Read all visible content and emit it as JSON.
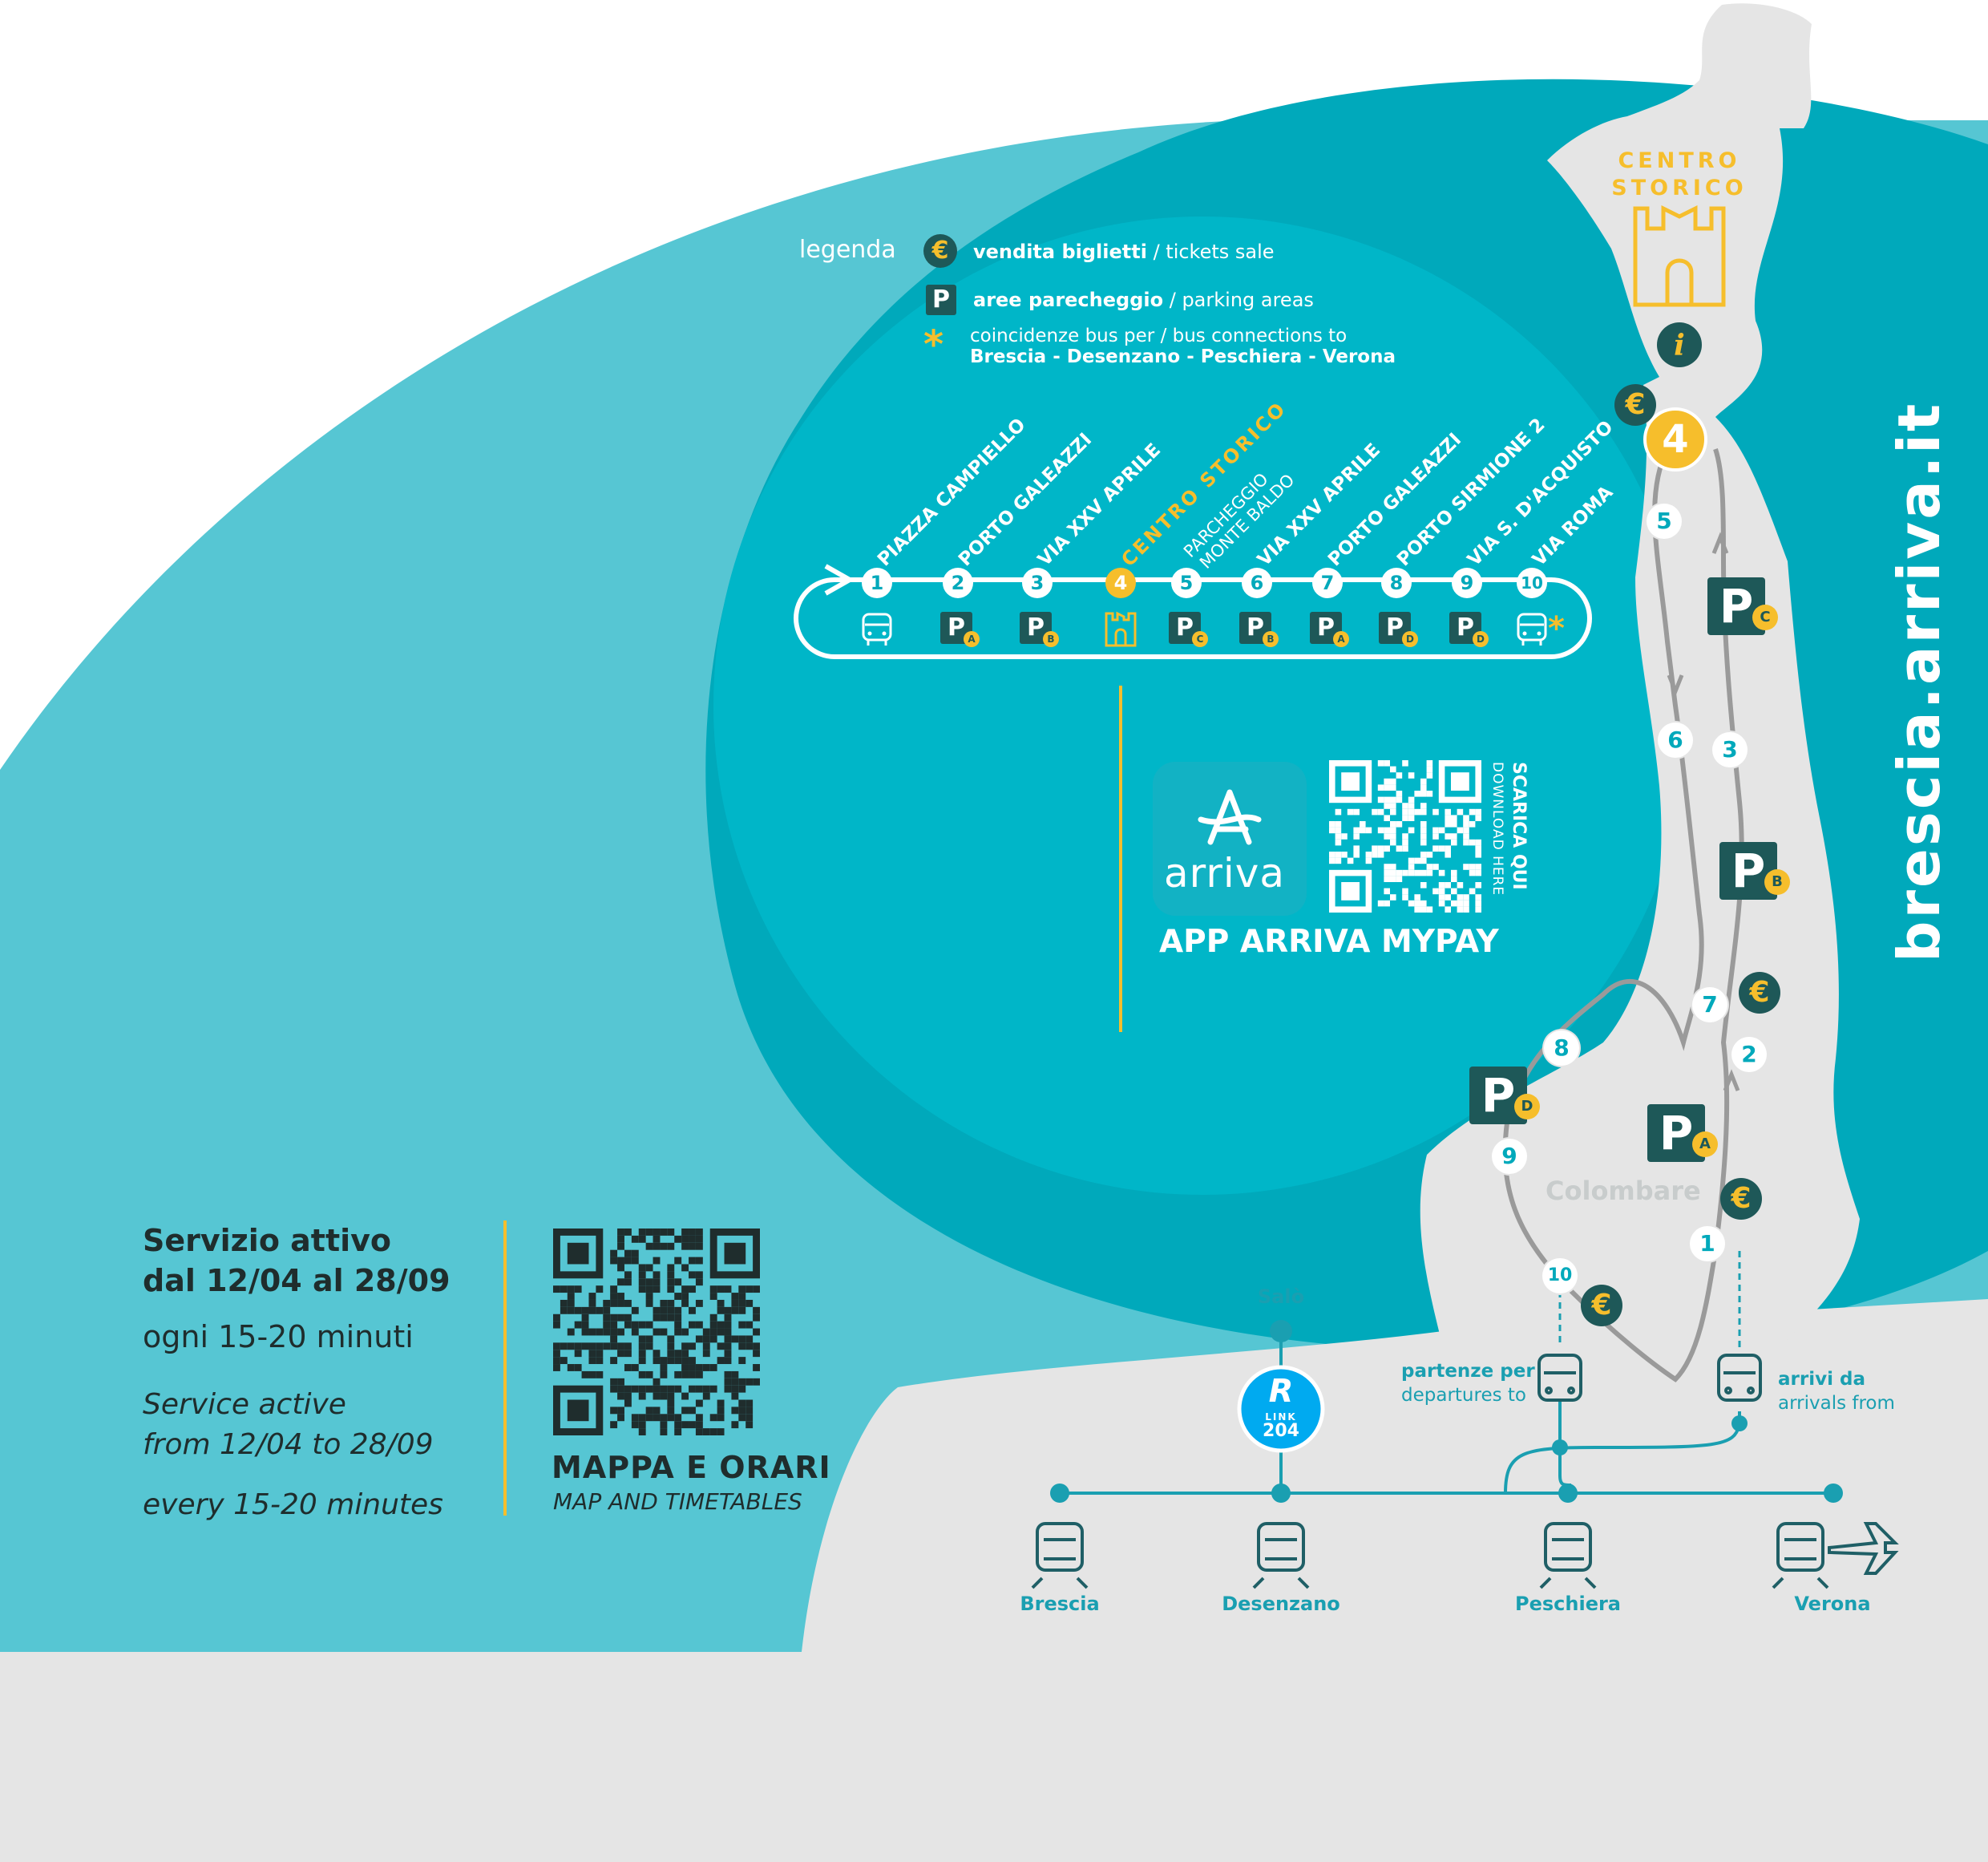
{
  "legend": {
    "title": "legenda",
    "tickets_bold": "vendita biglietti",
    "tickets_sep": " / ",
    "tickets_en": "tickets sale",
    "parking_bold": "aree parecheggio",
    "parking_sep": " / ",
    "parking_en": "parking areas",
    "conn_line1": "coincidenze bus per / bus connections to",
    "conn_line2": "Brescia - Desenzano - Peschiera - Verona",
    "euro_symbol": "€",
    "p_symbol": "P",
    "star_symbol": "*"
  },
  "centro_storico": {
    "line1": "CENTRO",
    "line2": "STORICO",
    "info_symbol": "i"
  },
  "route_stops": [
    {
      "num": "1",
      "name": "PIAZZA CAMPIELLO",
      "icon": "bus-icon"
    },
    {
      "num": "2",
      "name": "PORTO GALEAZZI",
      "icon": "parking-icon",
      "sub": "A"
    },
    {
      "num": "3",
      "name": "VIA XXV APRILE",
      "icon": "parking-icon",
      "sub": "B"
    },
    {
      "num": "4",
      "name": "CENTRO STORICO",
      "icon": "castle-icon"
    },
    {
      "num": "5",
      "name_line1": "PARCHEGGIO",
      "name_line2": "MONTE BALDO",
      "icon": "parking-icon",
      "sub": "C"
    },
    {
      "num": "6",
      "name": "VIA XXV APRILE",
      "icon": "parking-icon",
      "sub": "B"
    },
    {
      "num": "7",
      "name": "PORTO GALEAZZI",
      "icon": "parking-icon",
      "sub": "A"
    },
    {
      "num": "8",
      "name": "PORTO SIRMIONE 2",
      "icon": "parking-icon",
      "sub": "D"
    },
    {
      "num": "9",
      "name": "VIA S. D'ACQUISTO",
      "icon": "parking-icon",
      "sub": "D"
    },
    {
      "num": "10",
      "name": "VIA ROMA",
      "icon": "bus-icon",
      "star": "*"
    }
  ],
  "app": {
    "brand": "arriva",
    "title": "APP ARRIVA MYPAY",
    "scan": "SCARICA QUI",
    "scan_en": "DOWNLOAD HERE"
  },
  "url": "brescia.arriva.it",
  "service": {
    "it_line1": "Servizio attivo",
    "it_line2": "dal 12/04 al 28/09",
    "it_freq": "ogni 15-20 minuti",
    "en_line1": "Service active",
    "en_line2": "from 12/04 to 28/09",
    "en_freq": "every 15-20 minutes",
    "map_title": "MAPPA E ORARI",
    "map_sub": "MAP AND TIMETABLES"
  },
  "map": {
    "place": "Colombare",
    "numbers": [
      "4",
      "5",
      "6",
      "3",
      "7",
      "2",
      "8",
      "9",
      "1",
      "10"
    ],
    "parking_subs": [
      "C",
      "B",
      "D",
      "A"
    ],
    "departures_it": "partenze per",
    "departures_en": "departures to",
    "arrivals_it": "arrivi da",
    "arrivals_en": "arrivals from",
    "salo": "Salò",
    "link_line1": "LINK",
    "link_line2": "204",
    "link_letter": "R",
    "cities": [
      "Brescia",
      "Desenzano",
      "Peschiera",
      "Verona"
    ]
  },
  "colors": {
    "light_teal": "#56c6d3",
    "mid_teal": "#00b6c8",
    "dark_teal": "#00a9bb",
    "land": "#e5e5e5",
    "badge": "#1e5858",
    "accent": "#f6be2c",
    "line_teal": "#1a9fb1"
  }
}
